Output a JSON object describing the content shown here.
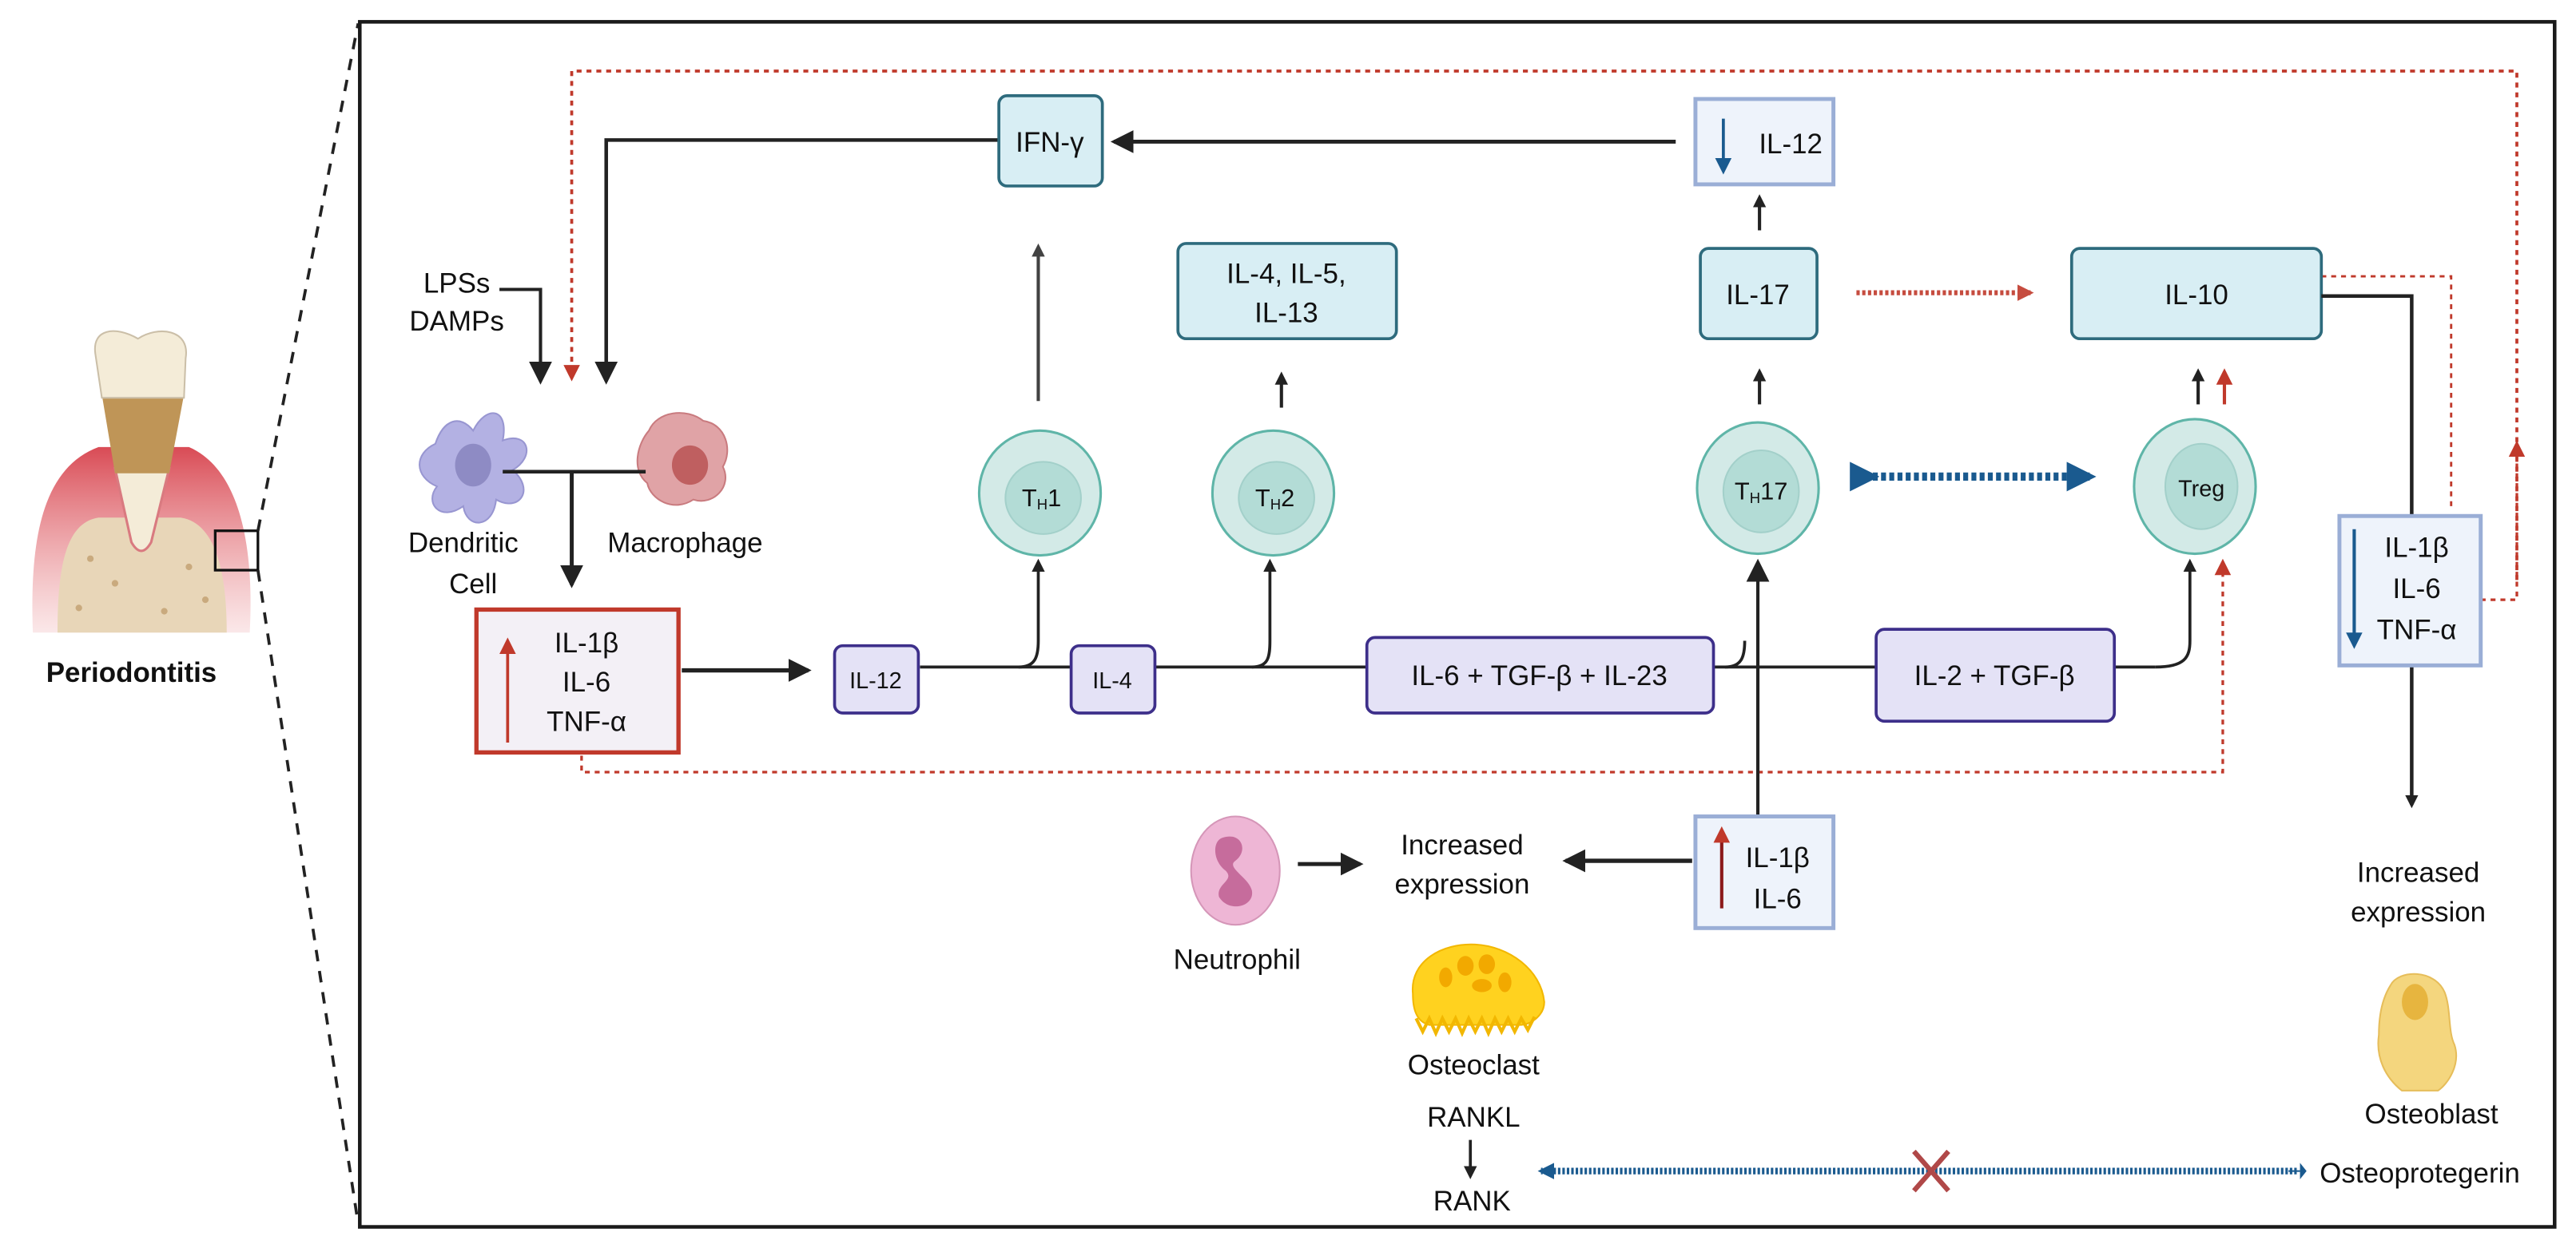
{
  "overview": {
    "label": "Periodontitis",
    "tooth_icon": "tooth-with-plaque-icon"
  },
  "inputs": {
    "line1": "LPSs",
    "line2": "DAMPs"
  },
  "cells": {
    "dendritic": {
      "line1": "Dendritic",
      "line2": "Cell",
      "icon": "dendritic-cell-icon"
    },
    "macrophage": {
      "label": "Macrophage",
      "icon": "macrophage-icon"
    },
    "th1": {
      "main": "T",
      "sub": "H",
      "suffix": "1"
    },
    "th2": {
      "main": "T",
      "sub": "H",
      "suffix": "2"
    },
    "th17": {
      "main": "T",
      "sub": "H",
      "suffix": "17"
    },
    "treg": {
      "label": "Treg"
    },
    "neutrophil": {
      "label": "Neutrophil",
      "icon": "neutrophil-icon"
    },
    "osteoclast": {
      "label": "Osteoclast",
      "icon": "osteoclast-icon"
    },
    "osteoblast": {
      "label": "Osteoblast",
      "icon": "osteoblast-icon"
    }
  },
  "boxes": {
    "proinflammatory_up": {
      "lines": [
        "IL-1β",
        "IL-6",
        "TNF-α"
      ],
      "trend": "up",
      "trend_color": "#c0392b"
    },
    "il12_input": "IL-12",
    "il4_input": "IL-4",
    "th17_inducers": "IL-6 + TGF-β + IL-23",
    "treg_inducers": "IL-2 + TGF-β",
    "ifn_gamma": "IFN-γ",
    "th2_cytokines": {
      "line1": "IL-4, IL-5,",
      "line2": "IL-13"
    },
    "il12_down": {
      "label": "IL-12",
      "trend": "down",
      "trend_color": "#1a5a8f"
    },
    "il17": "IL-17",
    "il10": "IL-10",
    "proinflammatory_down": {
      "lines": [
        "IL-1β",
        "IL-6",
        "TNF-α"
      ],
      "trend": "down",
      "trend_color": "#1a5a8f"
    },
    "il1b_il6_up": {
      "lines": [
        "IL-1β",
        "IL-6"
      ],
      "trend": "up",
      "trend_color": "#8b1a1a"
    }
  },
  "outcomes": {
    "left": {
      "line1": "Increased",
      "line2": "expression"
    },
    "right": {
      "line1": "Increased",
      "line2": "expression"
    },
    "rankl": "RANKL",
    "rank": "RANK",
    "opg": "Osteoprotegerin",
    "blocked_icon": "x-mark-icon"
  },
  "colors": {
    "activation_line": "#222222",
    "feedback_dotted": "#c0392b",
    "balance_arrow": "#1a5a8f",
    "cytokine_box_fill": "#d8eef4",
    "cytokine_box_stroke": "#2e6b7d",
    "inducer_box_fill": "#e4e2f6",
    "inducer_box_stroke": "#3d2f8a",
    "trend_box_fill": "#eef3fb",
    "trend_box_stroke": "#9aaed6",
    "tcell_outer": "#d3eae7",
    "tcell_inner": "#b3dcd6",
    "tcell_stroke": "#5fb5a8"
  }
}
